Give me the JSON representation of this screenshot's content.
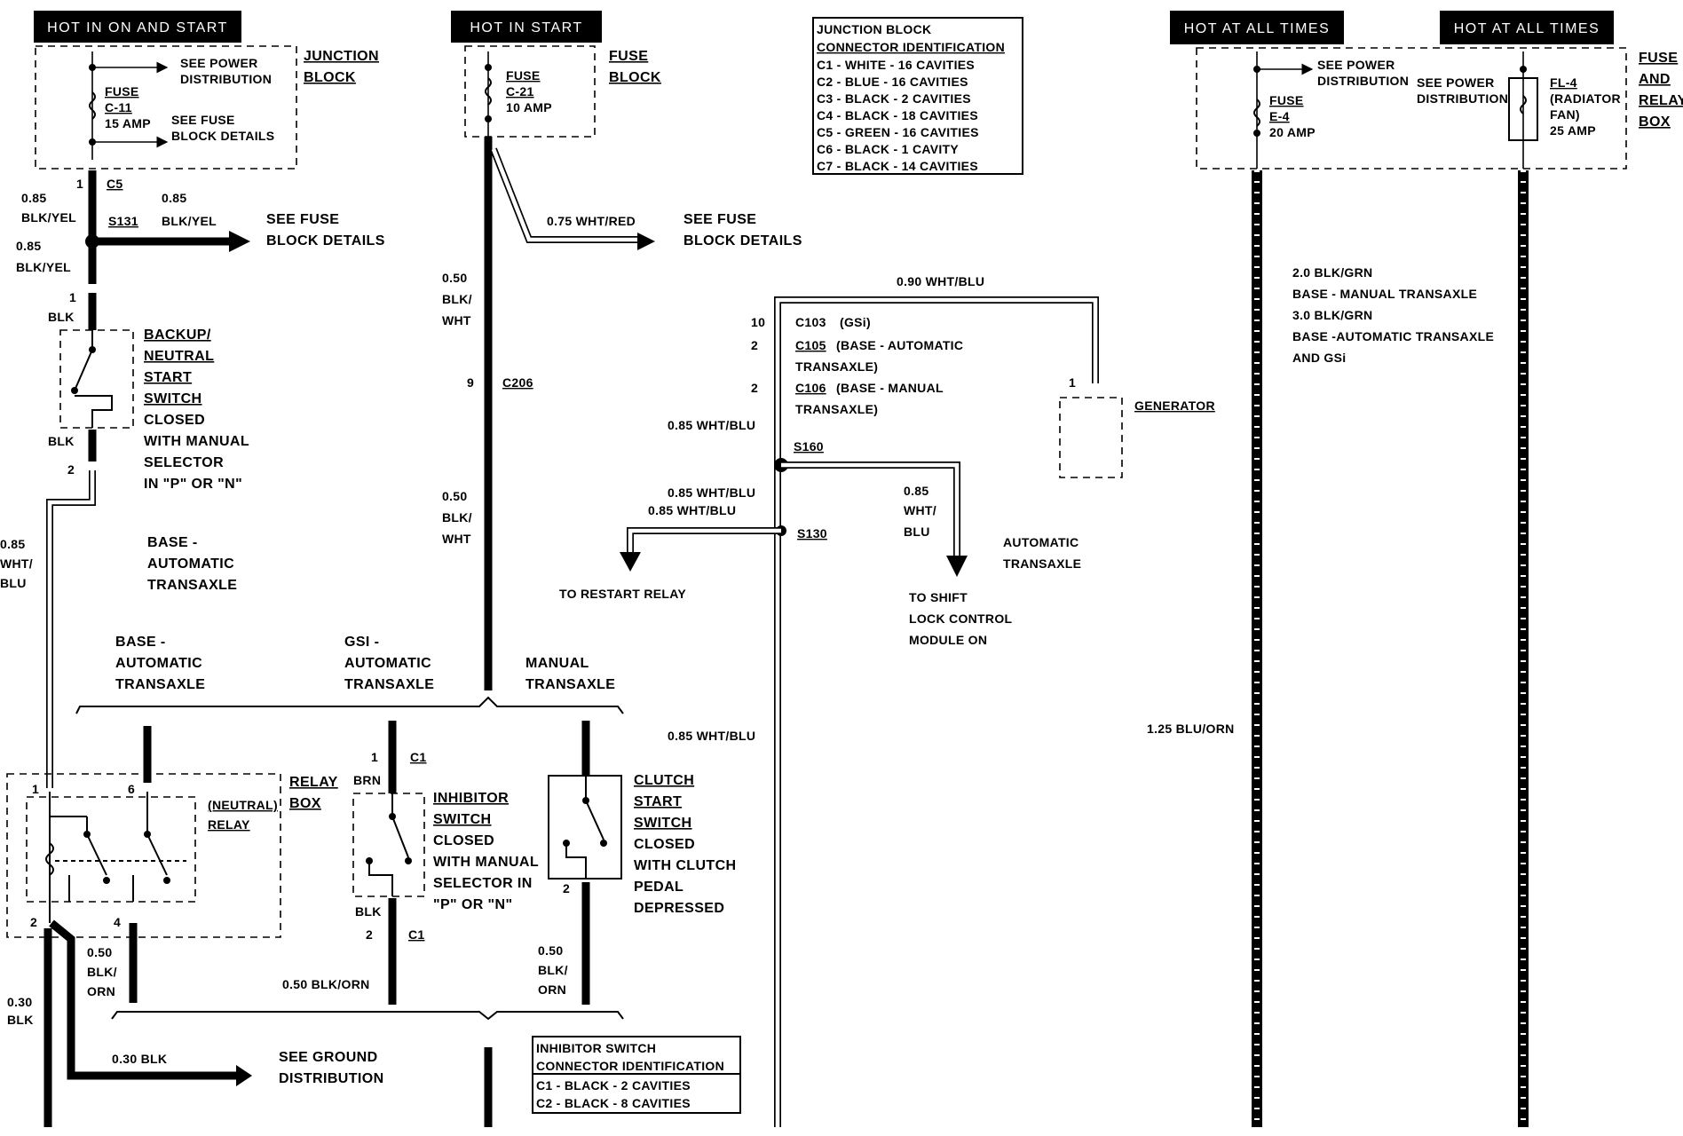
{
  "headers": {
    "hot_on_start": "HOT IN ON AND START",
    "hot_start": "HOT IN START",
    "hot_all_1": "HOT AT ALL TIMES",
    "hot_all_2": "HOT AT ALL TIMES"
  },
  "junction_block": {
    "title_1": "JUNCTION",
    "title_2": "BLOCK",
    "see_power_1": "SEE POWER",
    "see_power_2": "DISTRIBUTION",
    "fuse_label": "FUSE",
    "fuse_id": "C-11",
    "fuse_amp": "15 AMP",
    "see_fuse_1": "SEE FUSE",
    "see_fuse_2": "BLOCK DETAILS"
  },
  "fuse_block": {
    "title_1": "FUSE",
    "title_2": "BLOCK",
    "fuse_label": "FUSE",
    "fuse_id": "C-21",
    "fuse_amp": "10 AMP"
  },
  "connector_id": {
    "title_1": "JUNCTION BLOCK",
    "title_2": "CONNECTOR IDENTIFICATION",
    "rows": [
      "C1 - WHITE - 16 CAVITIES",
      "C2 - BLUE - 16 CAVITIES",
      "C3 - BLACK - 2 CAVITIES",
      "C4 - BLACK - 18 CAVITIES",
      "C5 - GREEN - 16 CAVITIES",
      "C6 - BLACK - 1 CAVITY",
      "C7 - BLACK - 14 CAVITIES"
    ]
  },
  "fuse_relay_box": {
    "title_1": "FUSE",
    "title_2": "AND",
    "title_3": "RELAY",
    "title_4": "BOX",
    "see_power_1": "SEE POWER",
    "see_power_2": "DISTRIBUTION",
    "see_power_b1": "SEE POWER",
    "see_power_b2": "DISTRIBUTION",
    "fuse_label": "FUSE",
    "fuse_id": "E-4",
    "fuse_amp": "20 AMP",
    "fl_id": "FL-4",
    "fl_desc_1": "(RADIATOR",
    "fl_desc_2": "FAN)",
    "fl_amp": "25 AMP"
  },
  "left": {
    "pin_1": "1",
    "c5": "C5",
    "w085_a": "0.85",
    "blkyel_a": "BLK/YEL",
    "w085_b": "0.85",
    "blkyel_b": "BLK/YEL",
    "w085_c": "0.85",
    "blkyel_c": "BLK/YEL",
    "s131": "S131",
    "see_fuse_1": "SEE FUSE",
    "see_fuse_2": "BLOCK DETAILS",
    "pin_1b": "1",
    "blk_1": "BLK",
    "switch_1": "BACKUP/",
    "switch_2": "NEUTRAL",
    "switch_3": "START",
    "switch_4": "SWITCH",
    "switch_5": "CLOSED",
    "switch_6": "WITH MANUAL",
    "switch_7": "SELECTOR",
    "switch_8": "IN \"P\" OR \"N\"",
    "blk_2": "BLK",
    "pin_2": "2",
    "w085_d": "0.85",
    "whtblu_1": "WHT/",
    "whtblu_2": "BLU",
    "base_1": "BASE -",
    "base_2": "AUTOMATIC",
    "base_3": "TRANSAXLE"
  },
  "center": {
    "w075": "0.75 WHT/RED",
    "see_fuse_1": "SEE FUSE",
    "see_fuse_2": "BLOCK DETAILS",
    "w050_a": "0.50",
    "blk_a": "BLK/",
    "wht_a": "WHT",
    "pin_9": "9",
    "c206": "C206",
    "w050_b": "0.50",
    "blk_b": "BLK/",
    "wht_b": "WHT"
  },
  "bracket_labels": {
    "base_1": "BASE -",
    "base_2": "AUTOMATIC",
    "base_3": "TRANSAXLE",
    "gsi_1": "GSI -",
    "gsi_2": "AUTOMATIC",
    "gsi_3": "TRANSAXLE",
    "man_1": "MANUAL",
    "man_2": "TRANSAXLE"
  },
  "relay": {
    "pin_1": "1",
    "pin_6": "6",
    "pin_2": "2",
    "pin_4": "4",
    "relay_box_1": "RELAY",
    "relay_box_2": "BOX",
    "neutral_1": "(NEUTRAL)",
    "neutral_2": "RELAY",
    "w050": "0.50",
    "blk": "BLK/",
    "orn": "ORN",
    "w030": "0.30",
    "blk_b": "BLK",
    "w030_blk": "0.30 BLK",
    "see_ground_1": "SEE GROUND",
    "see_ground_2": "DISTRIBUTION"
  },
  "inhibitor": {
    "pin_1": "1",
    "c1_a": "C1",
    "brn": "BRN",
    "title_1": "INHIBITOR",
    "title_2": "SWITCH",
    "desc_1": "CLOSED",
    "desc_2": "WITH MANUAL",
    "desc_3": "SELECTOR IN",
    "desc_4": "\"P\" OR \"N\"",
    "blk": "BLK",
    "pin_2": "2",
    "c1_b": "C1",
    "w050": "0.50 BLK/ORN"
  },
  "clutch": {
    "title_1": "CLUTCH",
    "title_2": "START",
    "title_3": "SWITCH",
    "desc_1": "CLOSED",
    "desc_2": "WITH CLUTCH",
    "desc_3": "PEDAL",
    "desc_4": "DEPRESSED",
    "pin_2": "2",
    "w050": "0.50",
    "blk": "BLK/",
    "orn": "ORN"
  },
  "inhibitor_id": {
    "title_1": "INHIBITOR SWITCH",
    "title_2": "CONNECTOR IDENTIFICATION",
    "row_1": "C1 - BLACK - 2 CAVITIES",
    "row_2": "C2 - BLACK - 8 CAVITIES"
  },
  "right_center": {
    "w090": "0.90 WHT/BLU",
    "pin_10": "10",
    "c103": "C103",
    "c103_note": "(GSi)",
    "pin_2a": "2",
    "c105": "C105",
    "c105_note_1": "(BASE - AUTOMATIC",
    "c105_note_2": "TRANSAXLE)",
    "pin_2b": "2",
    "c106": "C106",
    "c106_note_1": "(BASE - MANUAL",
    "c106_note_2": "TRANSAXLE)",
    "w085_a": "0.85 WHT/BLU",
    "s160": "S160",
    "w085_b": "0.85 WHT/BLU",
    "w085_c": "0.85 WHT/BLU",
    "s130": "S130",
    "restart": "TO RESTART RELAY",
    "w085_d1": "0.85",
    "w085_d2": "WHT/",
    "w085_d3": "BLU",
    "auto_1": "AUTOMATIC",
    "auto_2": "TRANSAXLE",
    "shift_1": "TO SHIFT",
    "shift_2": "LOCK CONTROL",
    "shift_3": "MODULE ON",
    "w085_e": "0.85 WHT/BLU",
    "pin_gen": "1",
    "generator": "GENERATOR"
  },
  "right": {
    "w20": "2.0 BLK/GRN",
    "manual": "BASE - MANUAL TRANSAXLE",
    "w30": "3.0 BLK/GRN",
    "auto": "BASE -AUTOMATIC TRANSAXLE",
    "gsi": "AND GSi",
    "w125": "1.25 BLU/ORN"
  }
}
